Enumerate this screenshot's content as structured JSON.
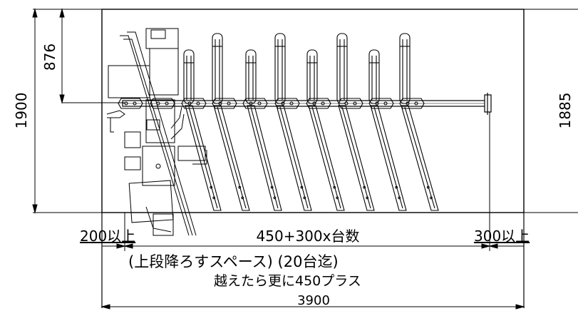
{
  "dimensions": {
    "left_total_height": "1900",
    "upper_offset": "876",
    "right_height": "1885",
    "left_clearance": "200以上",
    "center_span": "450+300x台数",
    "right_clearance": "300以上",
    "total_width": "3900"
  },
  "notes": {
    "lowering_space": "(上段降ろすスペース) (20台迄)",
    "extra_note": "越えたら更に450プラス"
  },
  "rack": {
    "upper_tier_count": 8,
    "lower_tier_count": 10
  }
}
